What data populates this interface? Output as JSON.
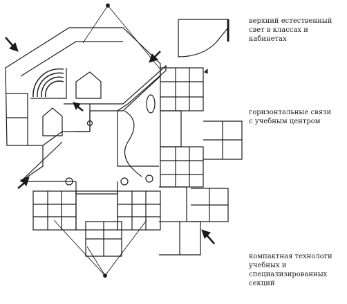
{
  "annotations": {
    "top": "верхний естественный\nсвет в классах и\nкабинетах",
    "middle": "горизонтальные связи\nс учебным центром",
    "bottom": "компактная технологи\nучебных и\nспециализированных\nсекций"
  },
  "colors": {
    "ink": "#1a1a1a",
    "paper": "#ffffff"
  }
}
